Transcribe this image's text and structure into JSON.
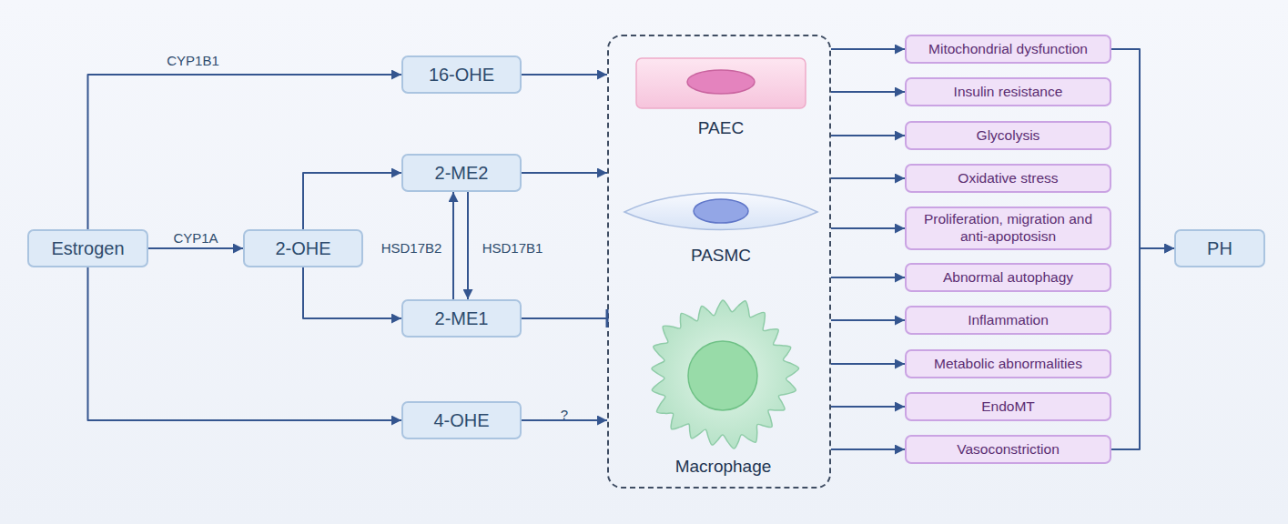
{
  "diagram": {
    "nodes": [
      {
        "text": [
          "Estrogen"
        ]
      },
      {
        "text": [
          "16-OHE"
        ]
      },
      {
        "text": [
          "2-OHE"
        ]
      },
      {
        "text": [
          "2-ME2"
        ]
      },
      {
        "text": [
          "2-ME1"
        ]
      },
      {
        "text": [
          "4-OHE"
        ]
      },
      {
        "text": []
      },
      {
        "text": [
          "PAEC"
        ],
        "in": 6
      },
      {
        "text": [
          "PASMC"
        ],
        "in": 6
      },
      {
        "text": [
          "Macrophage"
        ],
        "in": 6
      },
      {
        "text": [
          "Mitochondrial dysfunction"
        ]
      },
      {
        "text": [
          "Insulin resistance"
        ]
      },
      {
        "text": [
          "Glycolysis"
        ]
      },
      {
        "text": [
          "Oxidative stress"
        ]
      },
      {
        "text": [
          "Proliferation, migration and anti-apoptosisn"
        ]
      },
      {
        "text": [
          "Abnormal autophagy"
        ]
      },
      {
        "text": [
          "Inflammation"
        ]
      },
      {
        "text": [
          "Metabolic abnormalities"
        ]
      },
      {
        "text": [
          "EndoMT"
        ]
      },
      {
        "text": [
          "Vasoconstriction"
        ]
      },
      {
        "text": [
          "PH"
        ]
      }
    ],
    "edges": [
      {
        "from": 0,
        "to": 1,
        "label": "CYP1B1",
        "arrow": "to"
      },
      {
        "from": 0,
        "to": 2,
        "label": "CYP1A",
        "arrow": "to"
      },
      {
        "from": 2,
        "to": 3,
        "arrow": "to"
      },
      {
        "from": 2,
        "to": 4,
        "arrow": "to"
      },
      {
        "from": 4,
        "to": 3,
        "label": "HSD17B2",
        "arrow": "to"
      },
      {
        "from": 3,
        "to": 4,
        "label": "HSD17B1",
        "arrow": "to"
      },
      {
        "from": 0,
        "to": 5,
        "arrow": "to"
      },
      {
        "from": 1,
        "to": 6,
        "arrow": "to"
      },
      {
        "from": 3,
        "to": 6,
        "arrow": "to"
      },
      {
        "from": 4,
        "to": 6,
        "arrow": "to"
      },
      {
        "from": 5,
        "to": 6,
        "label": "?",
        "arrow": "to"
      },
      {
        "from": 6,
        "to": 10,
        "arrow": "to"
      },
      {
        "from": 6,
        "to": 11,
        "arrow": "to"
      },
      {
        "from": 6,
        "to": 12,
        "arrow": "to"
      },
      {
        "from": 6,
        "to": 13,
        "arrow": "to"
      },
      {
        "from": 6,
        "to": 14,
        "arrow": "to"
      },
      {
        "from": 6,
        "to": 15,
        "arrow": "to"
      },
      {
        "from": 6,
        "to": 16,
        "arrow": "to"
      },
      {
        "from": 6,
        "to": 17,
        "arrow": "to"
      },
      {
        "from": 6,
        "to": 18,
        "arrow": "to"
      },
      {
        "from": 6,
        "to": 19,
        "arrow": "to"
      },
      {
        "from": 10,
        "to": 20,
        "arrow": "to"
      },
      {
        "from": 19,
        "to": 20,
        "arrow": "to"
      }
    ]
  }
}
